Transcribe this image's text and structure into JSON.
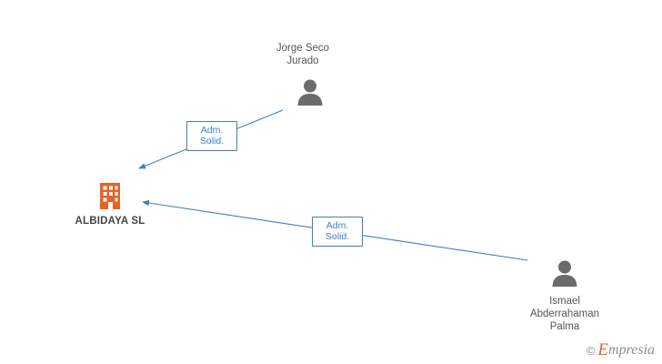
{
  "diagram": {
    "type": "org-relationship-graph",
    "colors": {
      "edge": "#3d7fc1",
      "badge_border": "#3d7fc1",
      "badge_text": "#3d7fc1",
      "company_icon": "#e8622a",
      "person_icon": "#6b6b6b",
      "label_text": "#555555",
      "background": "#ffffff"
    },
    "company": {
      "name": "ALBIDAYA  SL",
      "icon": "building-icon"
    },
    "people": [
      {
        "id": "jorge",
        "name": "Jorge Seco\nJurado",
        "icon": "person-icon"
      },
      {
        "id": "ismael",
        "name": "Ismael\nAbderrahaman\nPalma",
        "icon": "person-icon"
      }
    ],
    "edges": [
      {
        "id": "edge-jorge",
        "from": "jorge",
        "to": "company",
        "label": "Adm.\nSolid."
      },
      {
        "id": "edge-ismael",
        "from": "ismael",
        "to": "company",
        "label": "Adm.\nSolid."
      }
    ]
  },
  "watermark": {
    "copyright": "©",
    "brand_first": "E",
    "brand_rest": "mpresia"
  }
}
